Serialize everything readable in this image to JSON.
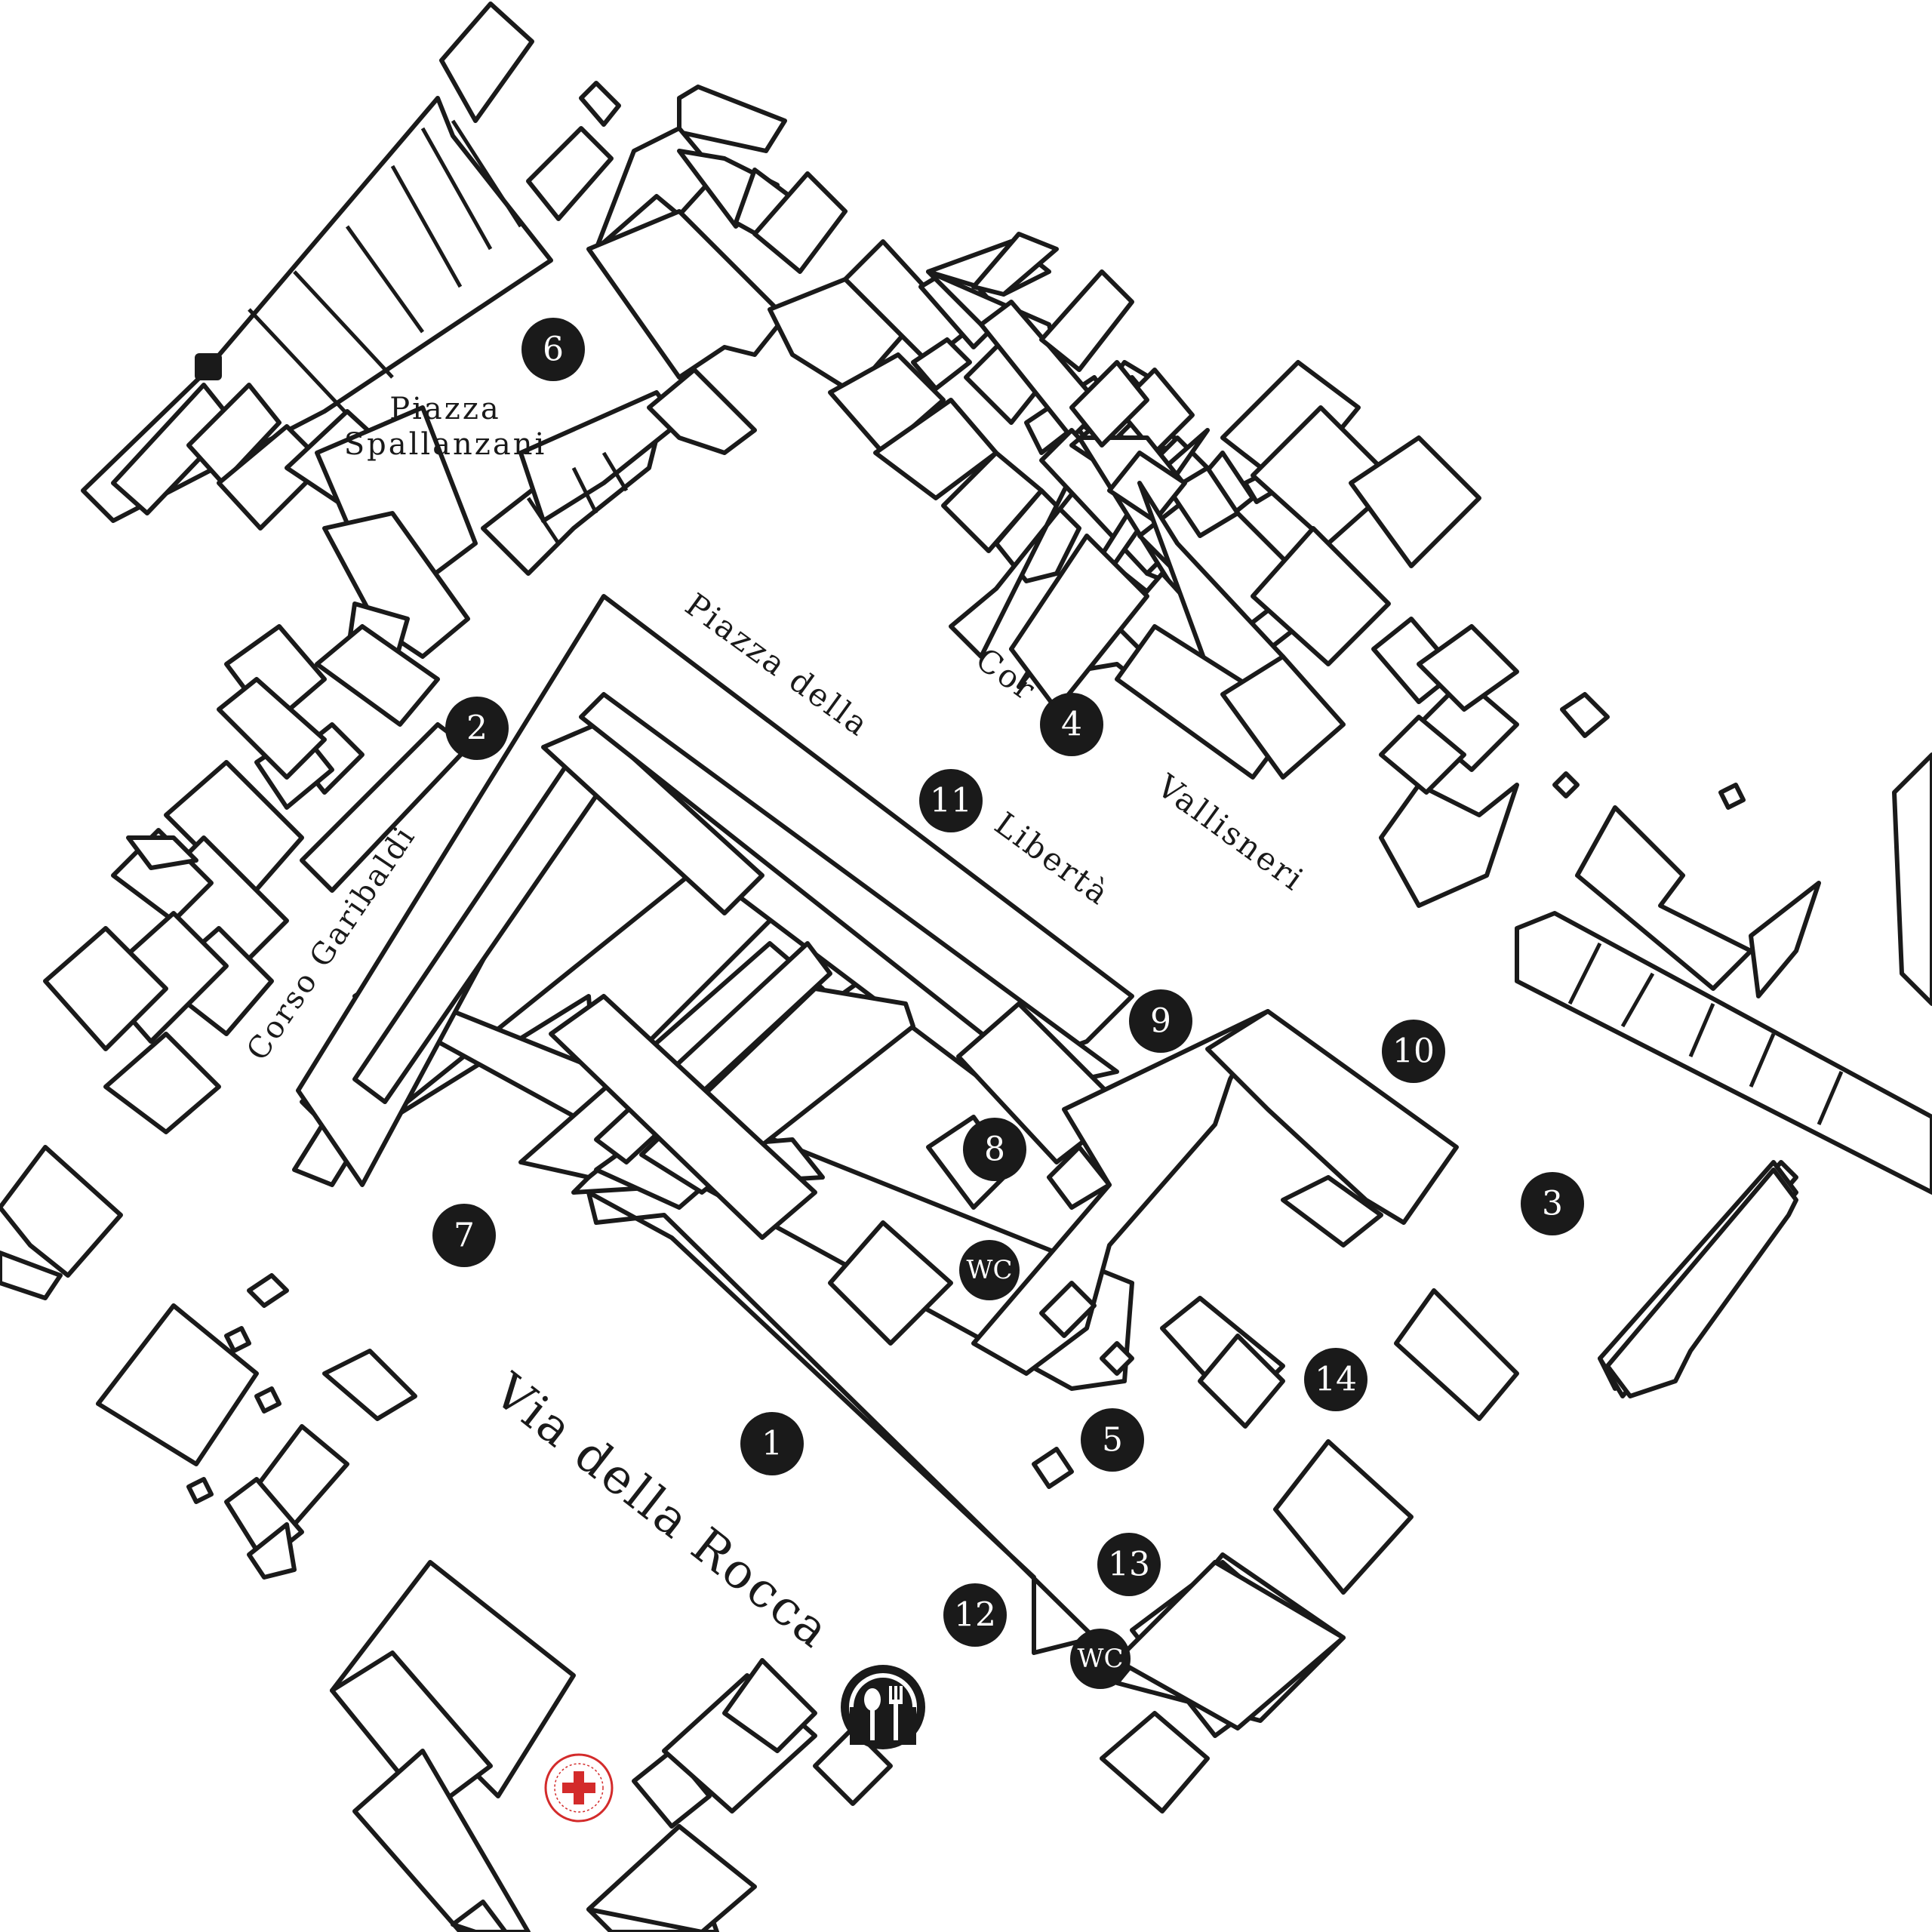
{
  "map": {
    "streets": {
      "piazza_spallanzani_line1": "Piazza",
      "piazza_spallanzani_line2": "Spallanzani",
      "piazza_della_liberta_1": "Piazza della",
      "piazza_della_liberta_2": "Libertà",
      "corso_vallisneri_1": "Cor",
      "corso_vallisneri_2": "Vallisneri",
      "corso_garibaldi": "Corso Garibaldi",
      "via_della_rocca": "Via della Rocca"
    },
    "markers": [
      "1",
      "2",
      "3",
      "4",
      "5",
      "6",
      "7",
      "8",
      "9",
      "10",
      "11",
      "12",
      "13",
      "14"
    ],
    "wc_label": "WC",
    "icons": [
      "restaurant-icon",
      "red-cross-icon"
    ],
    "colors": {
      "ink": "#1a1a1a",
      "background": "#ffffff",
      "red_cross": "#d32b2b"
    }
  }
}
